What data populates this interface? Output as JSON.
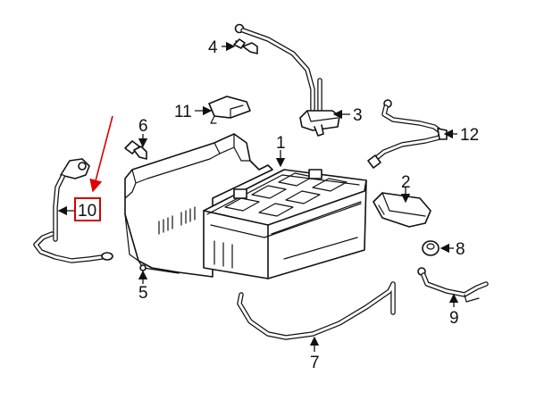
{
  "callouts": [
    {
      "id": "1",
      "label": "1"
    },
    {
      "id": "2",
      "label": "2"
    },
    {
      "id": "3",
      "label": "3"
    },
    {
      "id": "4",
      "label": "4"
    },
    {
      "id": "5",
      "label": "5"
    },
    {
      "id": "6",
      "label": "6"
    },
    {
      "id": "7",
      "label": "7"
    },
    {
      "id": "8",
      "label": "8"
    },
    {
      "id": "9",
      "label": "9"
    },
    {
      "id": "10",
      "label": "10"
    },
    {
      "id": "11",
      "label": "11"
    },
    {
      "id": "12",
      "label": "12"
    }
  ],
  "highlight": {
    "part": "10",
    "color": "#d40000",
    "arrow_color": "#e00000"
  },
  "colors": {
    "line": "#111111",
    "background": "#ffffff"
  }
}
